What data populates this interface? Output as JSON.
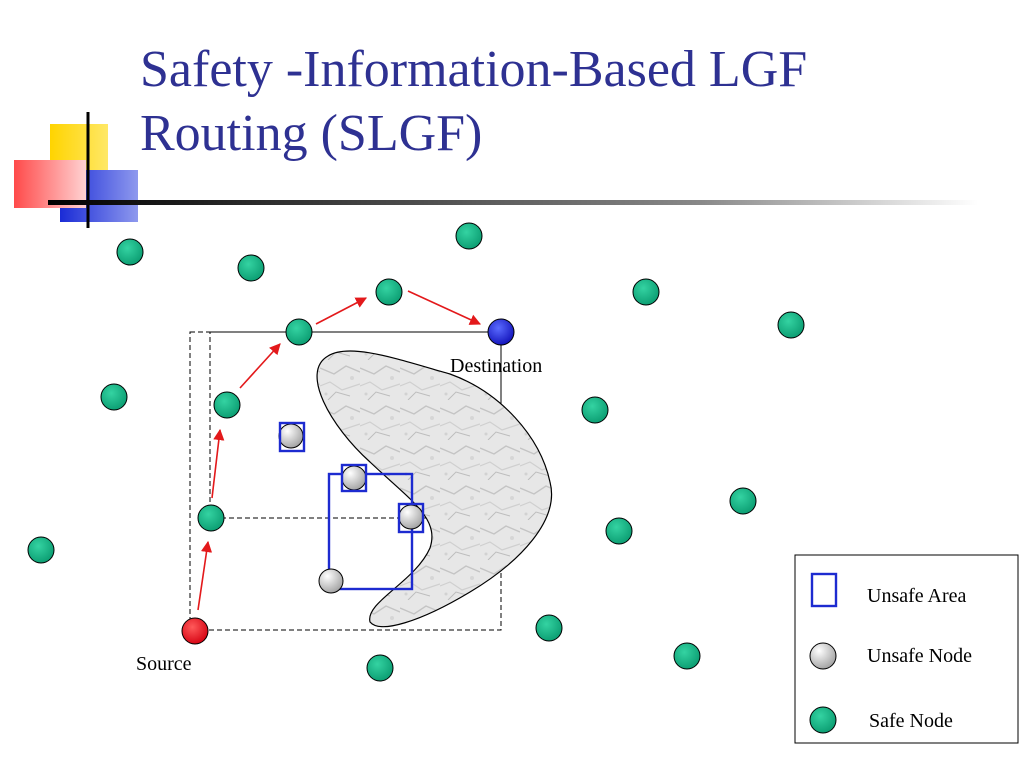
{
  "slide": {
    "title_line1": "Safety -Information-Based LGF",
    "title_line2": "Routing (SLGF)"
  },
  "diagram": {
    "source_label": "Source",
    "destination_label": "Destination"
  },
  "legend": {
    "unsafe_area_label": "Unsafe Area",
    "unsafe_node_label": "Unsafe Node",
    "safe_node_label": "Safe Node"
  },
  "colors": {
    "title": "#2e3192",
    "safe_node": "#0fa77a",
    "source_node": "#e8121b",
    "destination_node": "#1a1acb",
    "unsafe_area_outline": "#1d2bd0",
    "route_arrow": "#e3191b"
  }
}
